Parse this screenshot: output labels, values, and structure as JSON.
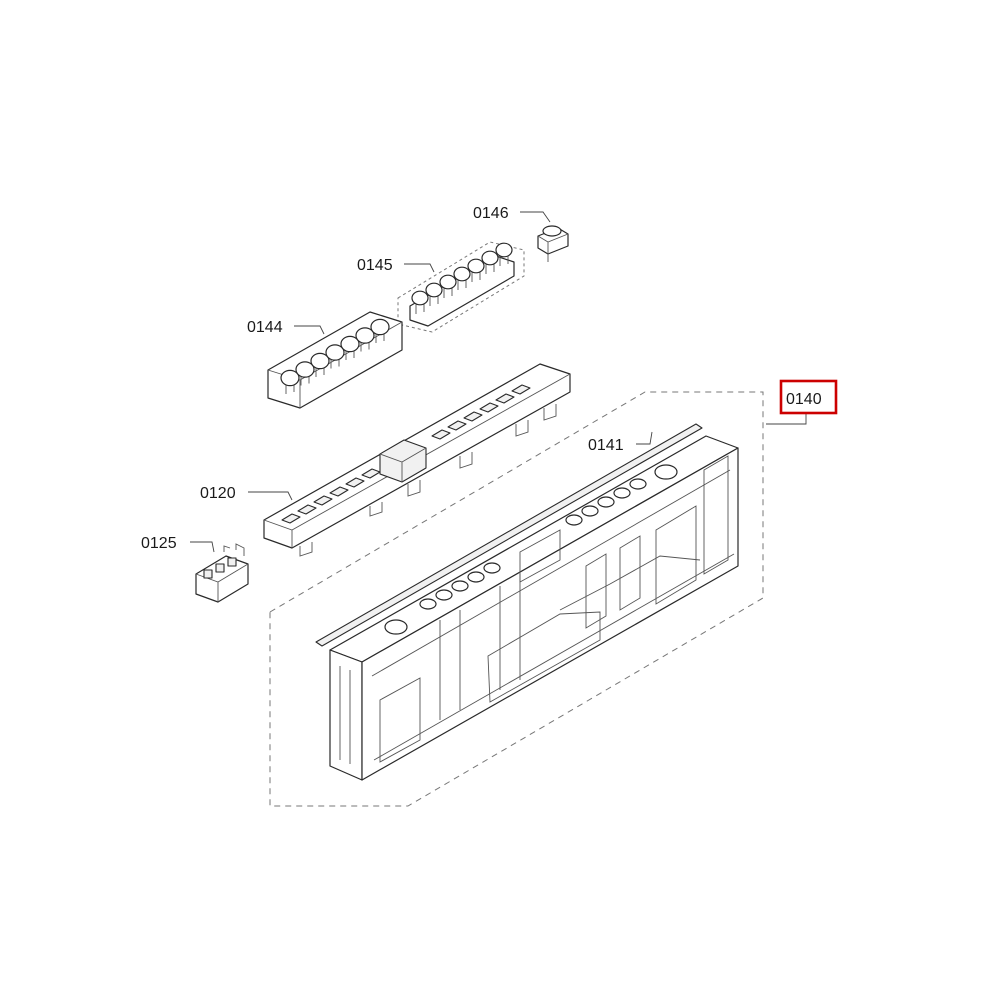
{
  "parts": {
    "p0146": "0146",
    "p0145": "0145",
    "p0144": "0144",
    "p0140": "0140",
    "p0141": "0141",
    "p0120": "0120",
    "p0125": "0125"
  },
  "highlight_color": "#cc0000"
}
